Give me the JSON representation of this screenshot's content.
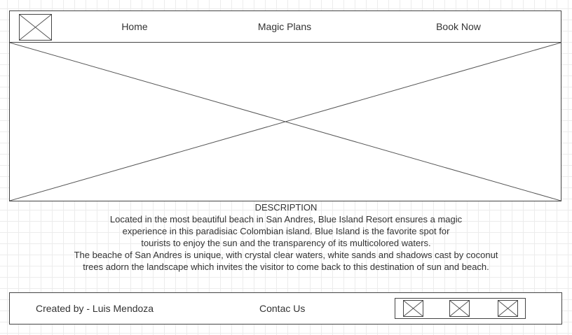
{
  "header": {
    "logo_icon": "image-placeholder-icon",
    "nav": [
      {
        "label": "Home"
      },
      {
        "label": "Magic Plans"
      },
      {
        "label": "Book Now"
      }
    ]
  },
  "hero": {
    "icon": "image-placeholder-icon"
  },
  "description": {
    "title": "DESCRIPTION",
    "lines": [
      "Located in the most beautiful beach in San Andres, Blue Island Resort ensures a magic",
      "experience in this paradisiac Colombian island. Blue Island is the favorite spot for",
      "tourists to enjoy the sun and the transparency of its multicolored waters.",
      "The beache of San Andres is unique, with crystal clear waters, white sands and shadows cast by coconut",
      "trees adorn the landscape which invites the visitor to come back to this destination of sun and beach."
    ]
  },
  "footer": {
    "credit": "Created by - Luis Mendoza",
    "contact": "Contac Us",
    "social_icons": [
      "image-placeholder-icon",
      "image-placeholder-icon",
      "image-placeholder-icon"
    ]
  }
}
